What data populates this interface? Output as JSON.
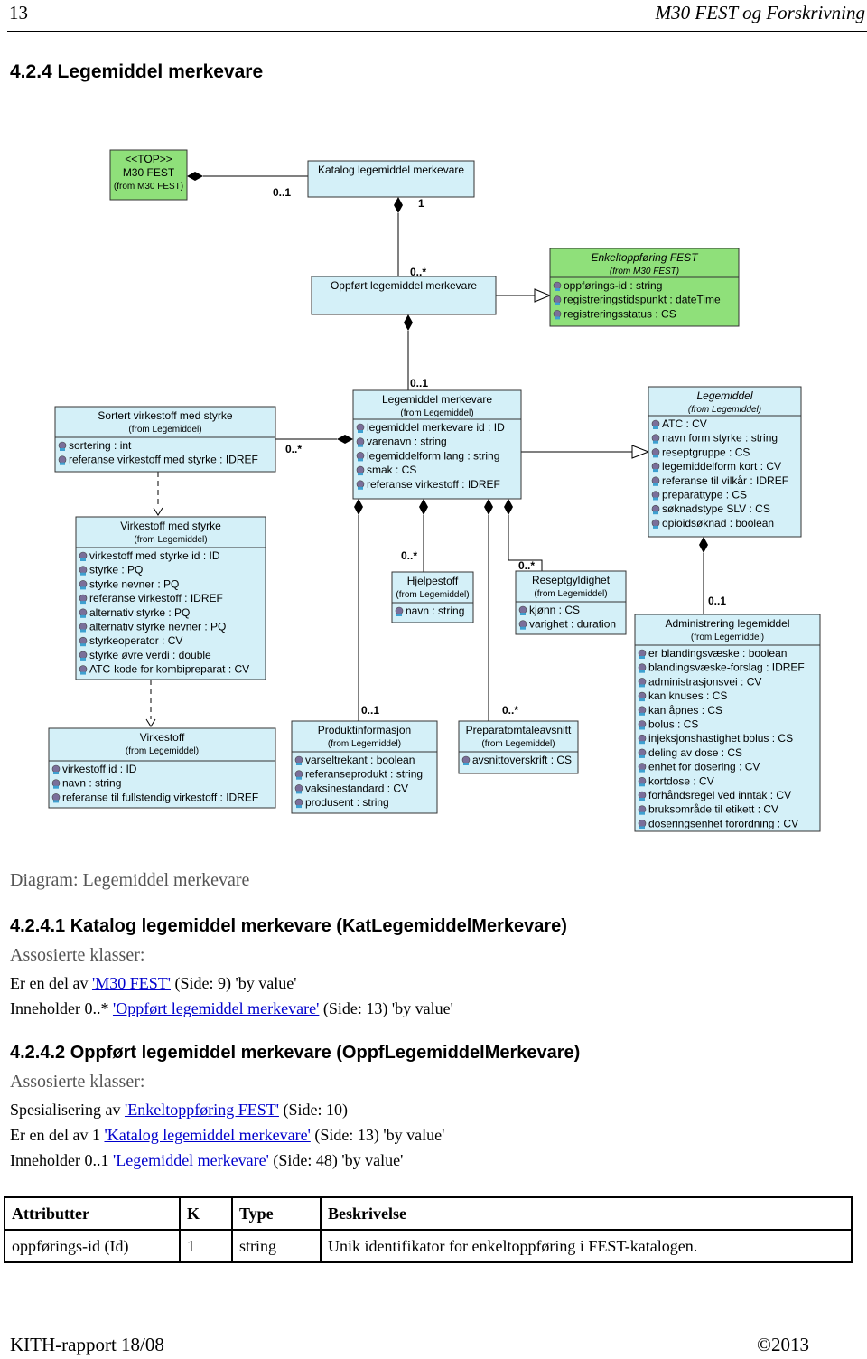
{
  "header": {
    "page_number": "13",
    "running_title": "M30 FEST og Forskrivning"
  },
  "section": {
    "title": "4.2.4 Legemiddel merkevare"
  },
  "diagram": {
    "caption": "Diagram: Legemiddel merkevare",
    "classes": [
      {
        "name": "<<TOP>>",
        "name2": "M30 FEST",
        "from": "(from M30 FEST)",
        "attributes": []
      },
      {
        "name": "Katalog legemiddel merkevare",
        "attributes": []
      },
      {
        "name": "Oppført legemiddel merkevare",
        "attributes": []
      },
      {
        "name": "Enkeltoppføring FEST",
        "from": "(from M30 FEST)",
        "attributes": [
          "oppførings-id : string",
          "registreringstidspunkt : dateTime",
          "registreringsstatus : CS"
        ]
      },
      {
        "name": "Sortert virkestoff med styrke",
        "from": "(from Legemiddel)",
        "attributes": [
          "sortering : int",
          "referanse virkestoff med styrke : IDREF"
        ]
      },
      {
        "name": "Legemiddel merkevare",
        "from": "(from Legemiddel)",
        "attributes": [
          "legemiddel merkevare id : ID",
          "varenavn : string",
          "legemiddelform lang : string",
          "smak : CS",
          "referanse virkestoff : IDREF"
        ]
      },
      {
        "name": "Legemiddel",
        "from": "(from Legemiddel)",
        "attributes": [
          "ATC : CV",
          "navn form styrke : string",
          "reseptgruppe : CS",
          "legemiddelform kort : CV",
          "referanse til vilkår : IDREF",
          "preparattype : CS",
          "søknadstype SLV : CS",
          "opioidsøknad : boolean"
        ]
      },
      {
        "name": "Virkestoff med styrke",
        "from": "(from Legemiddel)",
        "attributes": [
          "virkestoff med styrke id : ID",
          "styrke : PQ",
          "styrke nevner : PQ",
          "referanse virkestoff : IDREF",
          "alternativ styrke : PQ",
          "alternativ styrke nevner : PQ",
          "styrkeoperator : CV",
          "styrke øvre verdi : double",
          "ATC-kode for kombipreparat : CV"
        ]
      },
      {
        "name": "Hjelpestoff",
        "from": "(from Legemiddel)",
        "attributes": [
          "navn : string"
        ]
      },
      {
        "name": "Reseptgyldighet",
        "from": "(from Legemiddel)",
        "attributes": [
          "kjønn : CS",
          "varighet : duration"
        ]
      },
      {
        "name": "Administrering legemiddel",
        "from": "(from Legemiddel)",
        "attributes": [
          "er blandingsvæske : boolean",
          "blandingsvæske-forslag : IDREF",
          "administrasjonsvei : CV",
          "kan knuses : CS",
          "kan åpnes : CS",
          "bolus : CS",
          "injeksjonshastighet bolus : CS",
          "deling av dose : CS",
          "enhet for dosering : CV",
          "kortdose : CV",
          "forhåndsregel ved inntak : CV",
          "bruksområde til etikett : CV",
          "doseringsenhet forordning : CV"
        ]
      },
      {
        "name": "Virkestoff",
        "from": "(from Legemiddel)",
        "attributes": [
          "virkestoff id : ID",
          "navn : string",
          "referanse til fullstendig virkestoff : IDREF"
        ]
      },
      {
        "name": "Produktinformasjon",
        "from": "(from Legemiddel)",
        "attributes": [
          "varseltrekant : boolean",
          "referanseprodukt : string",
          "vaksinestandard : CV",
          "produsent : string"
        ]
      },
      {
        "name": "Preparatomtaleavsnitt",
        "from": "(from Legemiddel)",
        "attributes": [
          "avsnittoverskrift : CS"
        ]
      }
    ],
    "multiplicities": [
      "0..1",
      "1",
      "0..*",
      "0..1",
      "0..*",
      "0..*",
      "0..*",
      "0..1",
      "0..1",
      "0..*"
    ]
  },
  "sub1": {
    "title": "4.2.4.1 Katalog legemiddel merkevare (KatLegemiddelMerkevare)",
    "assoc_title": "Assosierte klasser:",
    "lines": [
      {
        "pre": "Er en del av ",
        "link": "'M30 FEST'",
        "post": "  (Side: 9) 'by value'"
      },
      {
        "pre": "Inneholder 0..* ",
        "link": "'Oppført legemiddel merkevare'",
        "post": "  (Side: 13) 'by value'"
      }
    ]
  },
  "sub2": {
    "title": "4.2.4.2 Oppført legemiddel merkevare (OppfLegemiddelMerkevare)",
    "assoc_title": "Assosierte klasser:",
    "lines": [
      {
        "pre": "Spesialisering av ",
        "link": "'Enkeltoppføring FEST'",
        "post": "  (Side: 10)"
      },
      {
        "pre": "Er en del av 1 ",
        "link": "'Katalog legemiddel merkevare'",
        "post": "  (Side: 13) 'by value'"
      },
      {
        "pre": "Inneholder 0..1 ",
        "link": "'Legemiddel merkevare'",
        "post": "  (Side: 48) 'by value'"
      }
    ]
  },
  "table": {
    "headers": [
      "Attributter",
      "K",
      "Type",
      "Beskrivelse"
    ],
    "rows": [
      [
        "oppførings-id (Id)",
        "1",
        "string",
        "Unik identifikator for enkeltoppføring i FEST-katalogen."
      ]
    ]
  },
  "footer": {
    "left": "KITH-rapport 18/08",
    "right": "©2013"
  },
  "colors": {
    "class_fill": "#d4f0f8",
    "top_fill": "#8fe07a",
    "box_border": "#333333",
    "link": "#0000cc"
  }
}
